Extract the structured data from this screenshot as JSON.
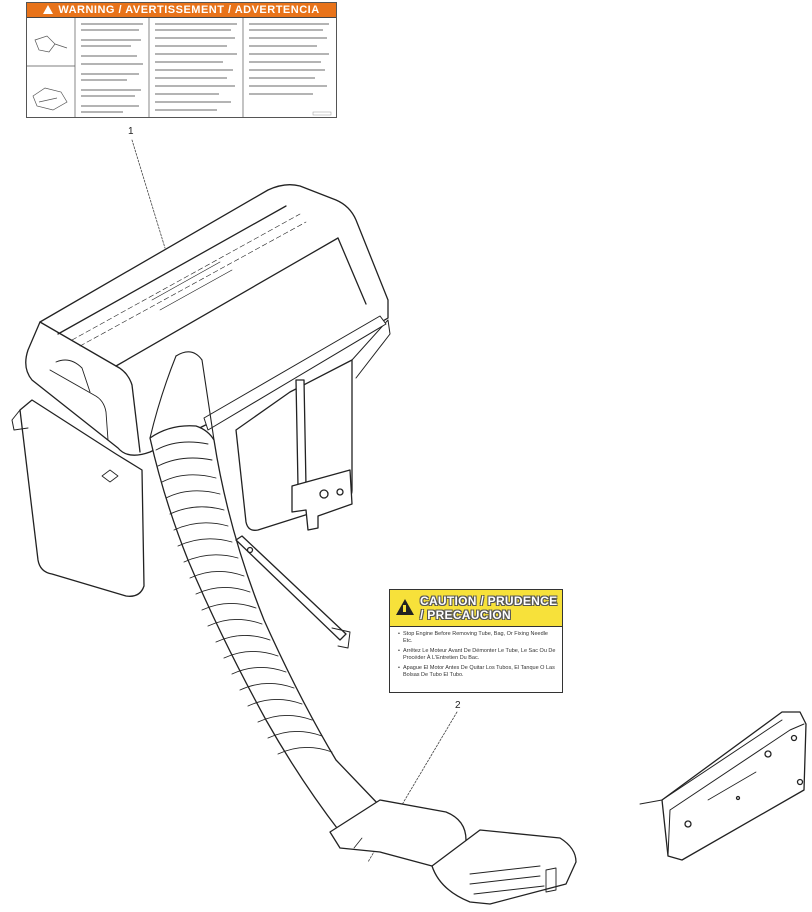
{
  "warning_label": {
    "title": "WARNING / AVERTISSEMENT / ADVERTENCIA",
    "header_color": "#e8731a"
  },
  "caution_label": {
    "title_line1": "CAUTION / PRUDENCE",
    "title_line2": "/ PRECAUCION",
    "header_color": "#f7e13a",
    "items": [
      "Stop Engine Before Removing Tube, Bag, Or Fixing Needle Etc.",
      "Arrêtez Le Moteur Avant De Démonter Le Tube, Le Sac Ou De Procéder À L'Entretien Du Bac.",
      "Apague El Motor Antes De Quitar Los Tubos, El Tanque O Las Bolsas De Tubo El Tubo."
    ]
  },
  "callouts": {
    "part1": "1",
    "part2": "2"
  },
  "icons": [
    "warning-triangle-icon",
    "caution-triangle-icon"
  ]
}
